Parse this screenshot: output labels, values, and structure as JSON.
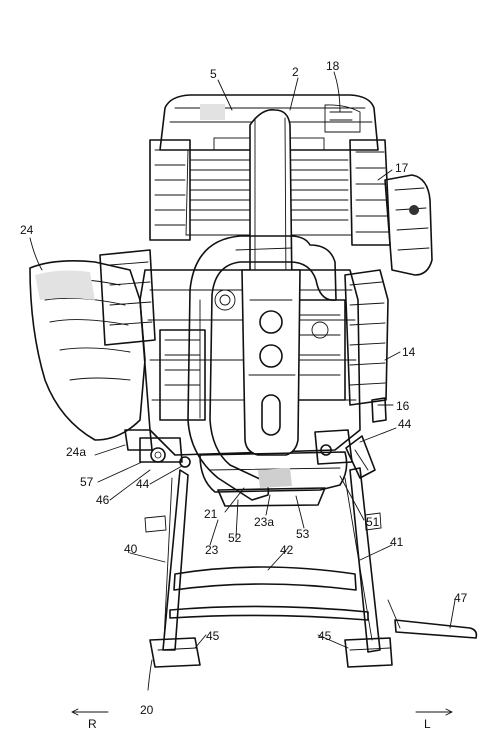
{
  "figure": {
    "labels": {
      "l5": "5",
      "l2": "2",
      "l18": "18",
      "l17": "17",
      "l24": "24",
      "l14": "14",
      "l16": "16",
      "l44a": "44",
      "l24a": "24a",
      "l57": "57",
      "l46": "46",
      "l44b": "44",
      "l21": "21",
      "l23a": "23a",
      "l52": "52",
      "l53": "53",
      "l51": "51",
      "l23": "23",
      "l40": "40",
      "l42": "42",
      "l41": "41",
      "l47": "47",
      "l45a": "45",
      "l45b": "45",
      "l20": "20"
    },
    "direction_left": "R",
    "direction_right": "L"
  }
}
